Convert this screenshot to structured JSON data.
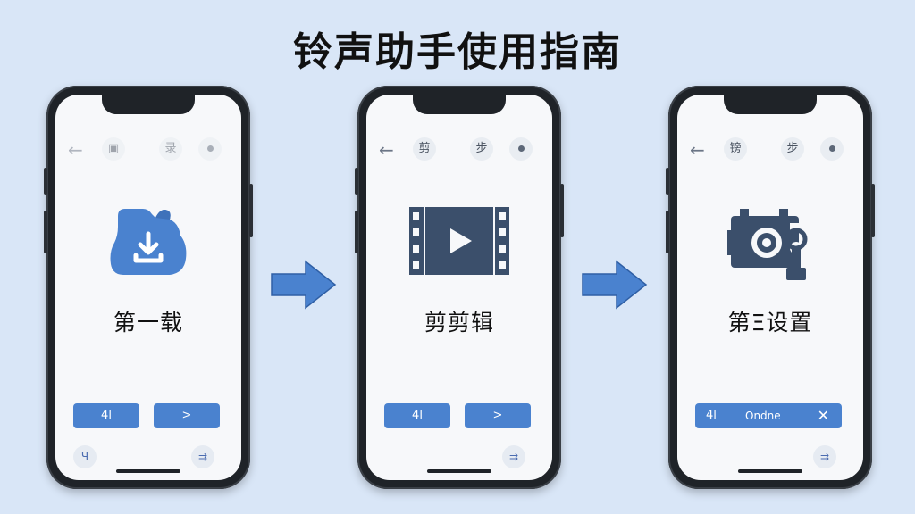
{
  "title": "铃声助手使用指南",
  "colors": {
    "background": "#d9e6f7",
    "accent": "#4a82cf",
    "icon_dark": "#3b4f6b"
  },
  "phones": [
    {
      "topbar": {
        "back": "←",
        "icon_a": "▣",
        "icon_b": "录",
        "icon_c_name": "dot"
      },
      "hero_icon": "download-folder-icon",
      "step_label": "第一载",
      "buttons": {
        "left": "4l",
        "right": ">"
      },
      "mini_left": "Ч",
      "mini_right": "⇉"
    },
    {
      "topbar": {
        "back": "←",
        "icon_a": "剪",
        "icon_b": "步",
        "icon_c_name": "dot"
      },
      "hero_icon": "video-film-icon",
      "step_label": "剪剪辑",
      "buttons": {
        "left": "4l",
        "right": ">"
      },
      "mini_right": "⇉"
    },
    {
      "topbar": {
        "back": "←",
        "icon_a": "镑",
        "icon_b": "步",
        "icon_c_name": "dot"
      },
      "hero_icon": "settings-gear-icon",
      "step_label": "第Ξ设置",
      "buttons": {
        "wide_left": "4l",
        "wide_text": "Ondne",
        "wide_close": "✕"
      },
      "mini_right": "⇉"
    }
  ]
}
